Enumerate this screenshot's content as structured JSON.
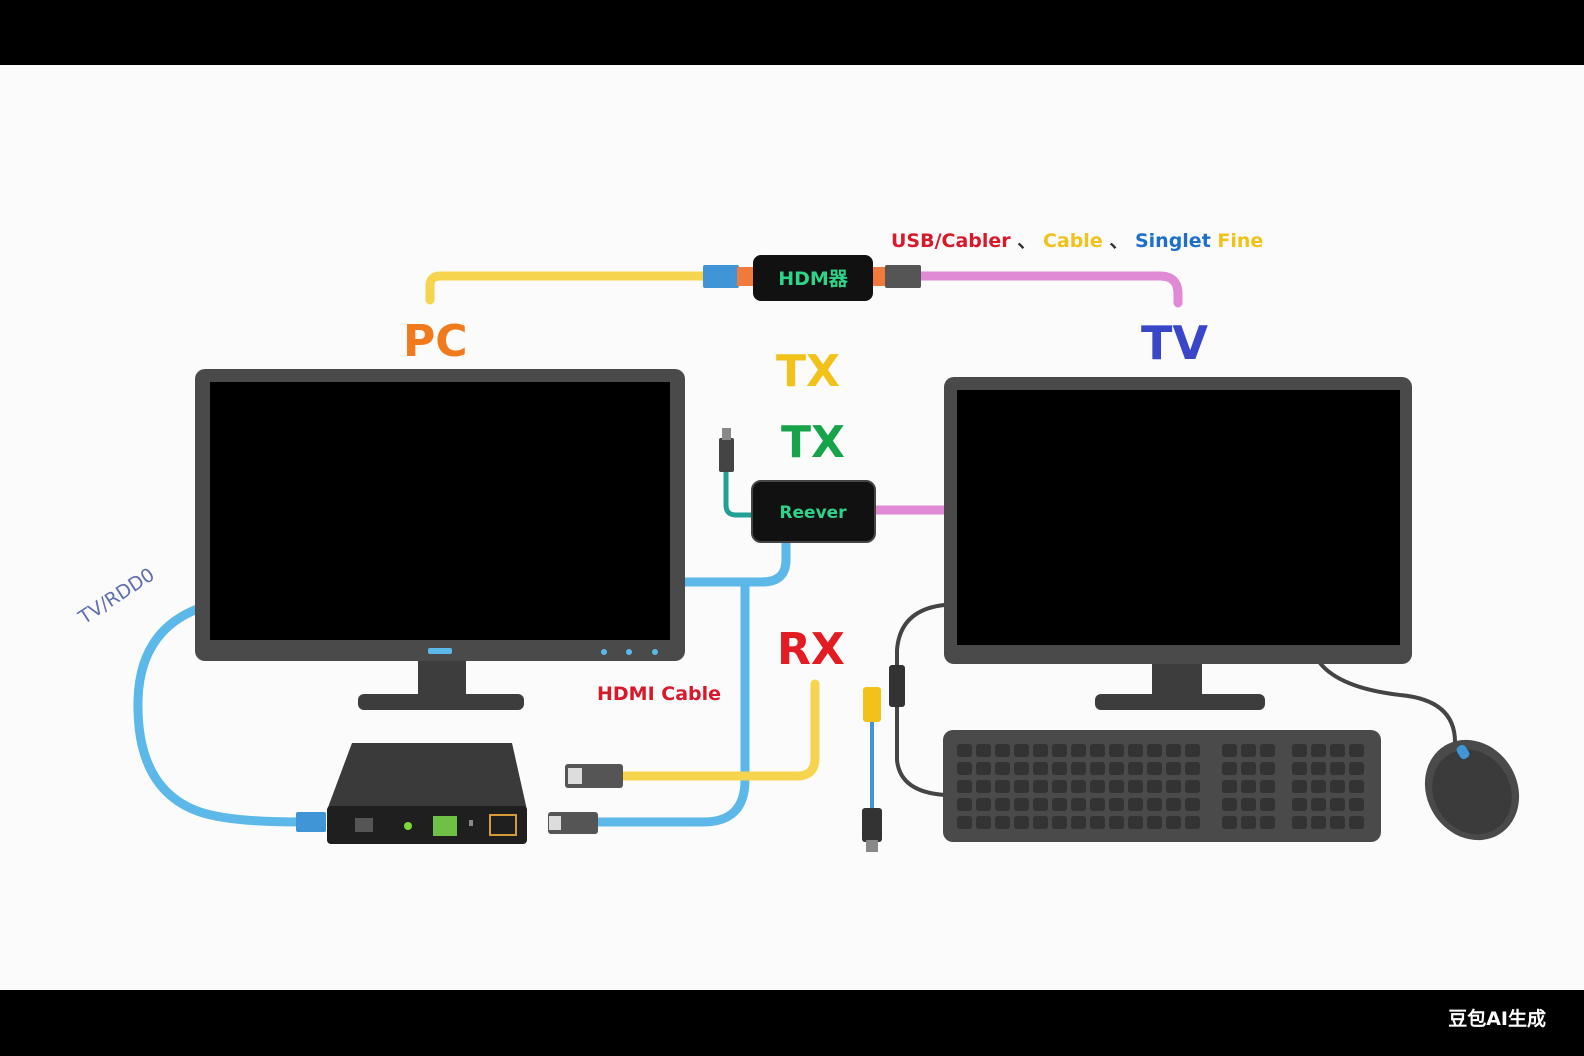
{
  "labels": {
    "pc": "PC",
    "tv": "TV",
    "tx_top": "TX",
    "tx_mid": "TX",
    "rx": "RX",
    "hdmi_cable": "HDMI Cable",
    "side_label": "TV/RDD0",
    "top_caption": {
      "part1": "USB/Cabler",
      "sep1": "、",
      "part2": "Cable",
      "sep2": "、",
      "part3": "Singlet",
      "part4": "Fine"
    }
  },
  "devices": {
    "hdmi_adapter": "HDM器",
    "receiver": "Reever"
  },
  "watermark": "豆包AI生成",
  "colors": {
    "pc_label": "#f07a1c",
    "tv_label": "#3a46c8",
    "tx_top": "#f2c21a",
    "tx_mid": "#16a34a",
    "rx": "#e31b23",
    "hdmi_cable_label": "#d7192a",
    "cable_yellow": "#f7d44e",
    "cable_pink": "#e08ad6",
    "cable_blue": "#5bb8e8",
    "cable_teal": "#22a095",
    "device_text": "#2ed38a",
    "monitor_frame": "#4a4a4a"
  }
}
